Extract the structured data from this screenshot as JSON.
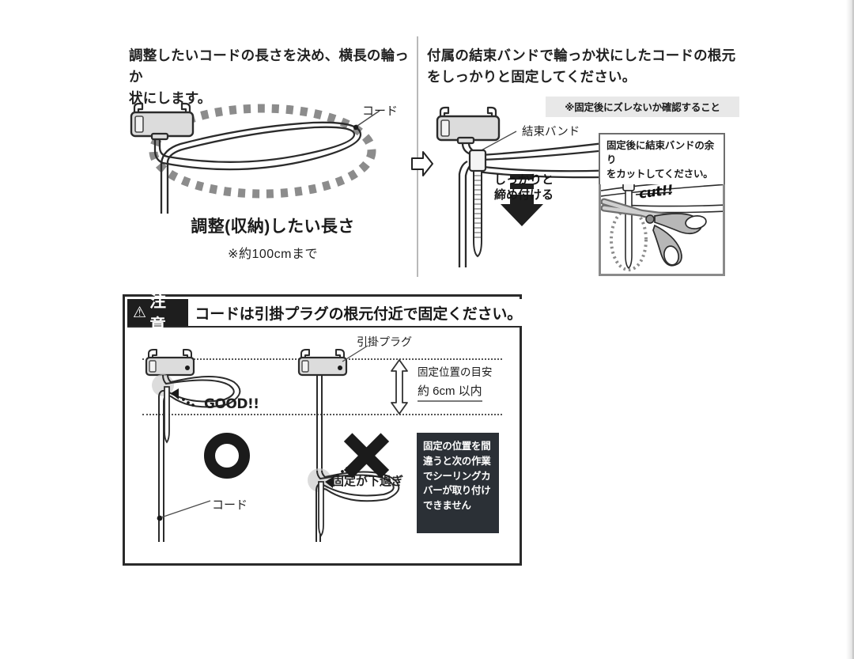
{
  "document": {
    "type": "instruction-manual-page",
    "language": "ja"
  },
  "top": {
    "step1": {
      "instruction": "調整したいコードの長さを決め、横長の輪っか\n状にします。",
      "cord_label": "コード",
      "caption_main": "調整(収納)したい長さ",
      "caption_sub": "※約100cmまで"
    },
    "step2": {
      "instruction": "付属の結束バンドで輪っか状にしたコードの根元\nをしっかりと固定してください。",
      "note_strip": "※固定後にズレないか確認すること",
      "tie_label": "結束バンド",
      "tighten_label": "しっかりと\n締め付ける",
      "callout_text": "固定後に結束バンドの余り\nをカットしてください。",
      "cut_text": "cut!!"
    }
  },
  "bottom": {
    "warning": {
      "badge_symbol": "⚠",
      "badge_label": "注意",
      "message": "コードは引掛プラグの根元付近で固定ください。"
    },
    "plug_label": "引掛プラグ",
    "good_label": "GOOD!!",
    "too_low_label": "固定が下過ぎ",
    "cord_label": "コード",
    "measure": {
      "line1": "固定位置の目安",
      "line2": "約 6cm 以内"
    },
    "black_note": "固定の位置を間\n違うと次の作業\nでシーリングカ\nバーが取り付け\nできません"
  },
  "colors": {
    "ink": "#1b1b1b",
    "note_bg": "#2b3036",
    "strip_bg": "#e8e8e8",
    "plug_body": "#dcdcdc",
    "frame": "#2a2a2a"
  }
}
